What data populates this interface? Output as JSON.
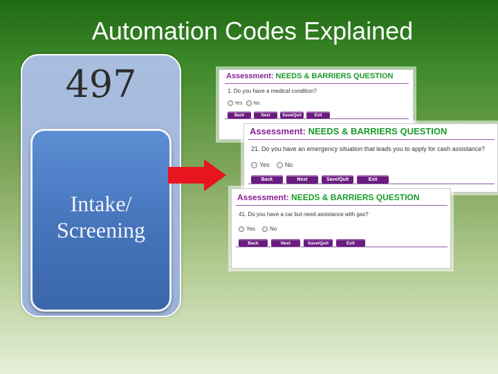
{
  "slide": {
    "title": "Automation Codes Explained"
  },
  "card": {
    "code": "497",
    "label_line1": "Intake/",
    "label_line2": "Screening"
  },
  "screenshots": [
    {
      "heading_label": "Assessment:",
      "heading_title": "NEEDS & BARRIERS QUESTION",
      "question": "1.  Do you have a medical condition?",
      "option_yes": "Yes",
      "option_no": "No",
      "buttons": [
        "Back",
        "Next",
        "Save/Quit",
        "Exit"
      ]
    },
    {
      "heading_label": "Assessment:",
      "heading_title": "NEEDS & BARRIERS QUESTION",
      "question": "21.  Do you have an emergency situation that leads you to apply for cash assistance?",
      "option_yes": "Yes",
      "option_no": "No",
      "buttons": [
        "Back",
        "Next",
        "Save/Quit",
        "Exit"
      ]
    },
    {
      "heading_label": "Assessment:",
      "heading_title": "NEEDS & BARRIERS QUESTION",
      "question": "41.  Do you have a car but need assistance with gas?",
      "option_yes": "Yes",
      "option_no": "No",
      "buttons": [
        "Back",
        "Next",
        "Save/Quit",
        "Exit"
      ]
    }
  ],
  "colors": {
    "heading_label": "#8a1f96",
    "heading_title": "#1a9a2a",
    "button_bg": "#6a1c80",
    "arrow": "#e8141e"
  },
  "icons": {
    "arrow": "right-arrow-icon",
    "radio": "radio-button-icon"
  }
}
